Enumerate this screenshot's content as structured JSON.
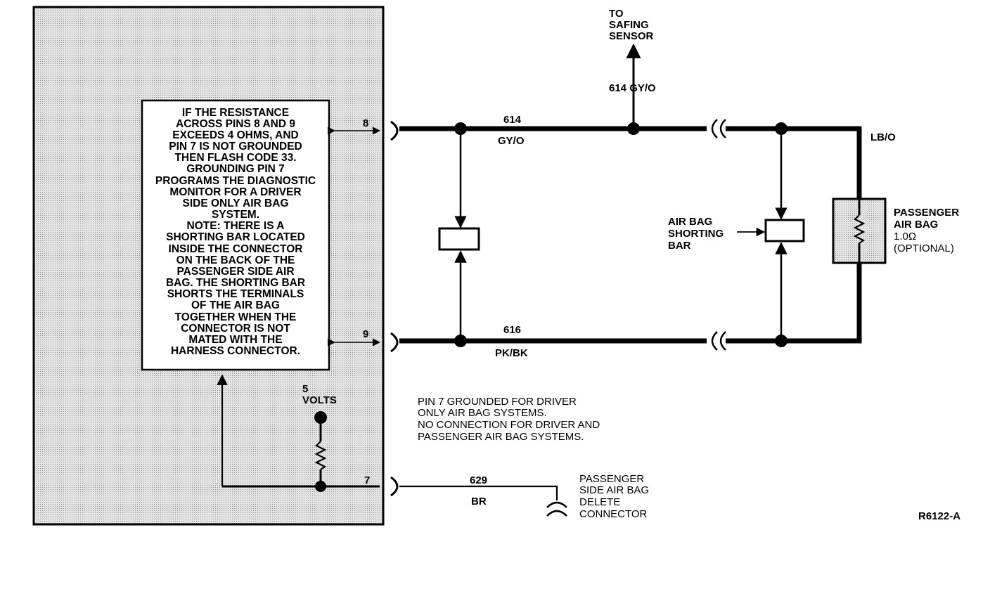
{
  "module_note": {
    "lines": [
      "IF THE RESISTANCE",
      "ACROSS PINS 8 AND 9",
      "EXCEEDS 4 OHMS, AND",
      "PIN 7 IS NOT GROUNDED",
      "THEN FLASH CODE 33.",
      "GROUNDING PIN 7",
      "PROGRAMS THE DIAGNOSTIC",
      "MONITOR FOR A DRIVER",
      "SIDE ONLY AIR BAG",
      "SYSTEM.",
      "NOTE: THERE IS A",
      "SHORTING BAR LOCATED",
      "INSIDE THE CONNECTOR",
      "ON THE BACK OF THE",
      "PASSENGER SIDE AIR",
      "BAG. THE SHORTING BAR",
      "SHORTS THE TERMINALS",
      "OF THE AIR BAG",
      "TOGETHER WHEN THE",
      "CONNECTOR IS NOT",
      "MATED WITH THE",
      "HARNESS CONNECTOR."
    ]
  },
  "pins": {
    "pin8": "8",
    "pin9": "9",
    "pin7": "7"
  },
  "supply": {
    "line1": "5",
    "line2": "VOLTS"
  },
  "safing": {
    "line1": "TO",
    "line2": "SAFING",
    "line3": "SENSOR",
    "wire_label": "614 GY/O"
  },
  "wire_614": {
    "circuit": "614",
    "color": "GY/O"
  },
  "wire_616": {
    "circuit": "616",
    "color": "PK/BK"
  },
  "wire_lbo": {
    "color": "LB/O"
  },
  "wire_629": {
    "circuit": "629",
    "color": "BR"
  },
  "shorting_bar": {
    "line1": "AIR BAG",
    "line2": "SHORTING",
    "line3": "BAR"
  },
  "passenger_airbag": {
    "line1": "PASSENGER",
    "line2": "AIR BAG",
    "line3": "1.0Ω",
    "line4": "(OPTIONAL)"
  },
  "pin7_note": {
    "lines": [
      "PIN 7 GROUNDED FOR DRIVER",
      "ONLY AIR BAG SYSTEMS.",
      "NO CONNECTION FOR DRIVER AND",
      "PASSENGER AIR BAG SYSTEMS."
    ]
  },
  "delete_connector": {
    "line1": "PASSENGER",
    "line2": "SIDE AIR BAG",
    "line3": "DELETE",
    "line4": "CONNECTOR"
  },
  "figure_id": "R6122-A"
}
